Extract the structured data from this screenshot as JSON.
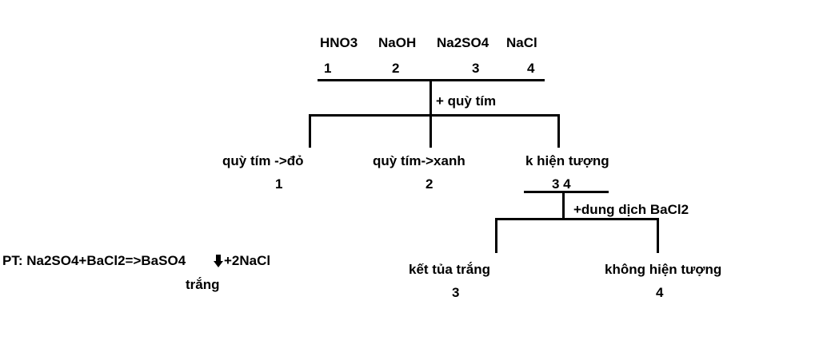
{
  "reagents": {
    "names": [
      "HNO3",
      "NaOH",
      "Na2SO4",
      "NaCl"
    ],
    "numbers": [
      "1",
      "2",
      "3",
      "4"
    ]
  },
  "step1": {
    "reagent": "+ quỳ tím",
    "branches": [
      {
        "result": "quỳ tím ->đỏ",
        "tube": "1"
      },
      {
        "result": "quỳ tím->xanh",
        "tube": "2"
      },
      {
        "result": "k hiện tượng",
        "tube": "3 4"
      }
    ]
  },
  "step2": {
    "reagent": "+dung dịch BaCl2",
    "branches": [
      {
        "result": "kết tủa trắng",
        "tube": "3"
      },
      {
        "result": "không hiện tượng",
        "tube": "4"
      }
    ]
  },
  "equation": {
    "left": "PT: Na2SO4+BaCl2=>BaSO4",
    "precipitate_icon": "down-arrow-icon",
    "right": "+2NaCl",
    "note": "trắng"
  }
}
